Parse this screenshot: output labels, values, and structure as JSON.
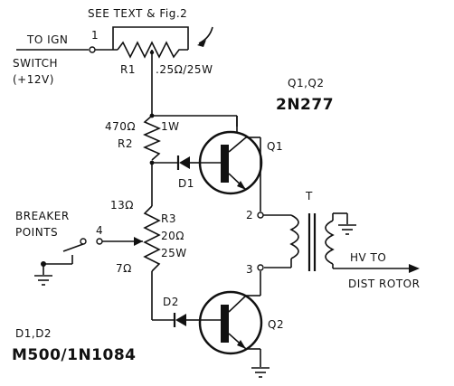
{
  "labels": {
    "see_text": "SEE TEXT & Fig.2",
    "to_ign_line1": "TO IGN",
    "to_ign_line2": "SWITCH",
    "to_ign_line3": "(+12V)",
    "terminal_1": "1",
    "r1_name": "R1",
    "r1_value": ".25Ω/25W",
    "q_ids": "Q1,Q2",
    "q_part": "2N277",
    "r2_value": "470Ω",
    "r2_power": "1W",
    "r2_name": "R2",
    "q1_name": "Q1",
    "d1_name": "D1",
    "t_name": "T",
    "terminal_2": "2",
    "r3_tap_upper": "13Ω",
    "r3_name": "R3",
    "r3_value": "20Ω",
    "r3_power": "25W",
    "r3_tap_lower": "7Ω",
    "breaker_line1": "BREAKER",
    "breaker_line2": "POINTS",
    "terminal_4": "4",
    "terminal_3": "3",
    "hv_line1": "HV TO",
    "hv_line2": "DIST ROTOR",
    "d2_name": "D2",
    "q2_name": "Q2",
    "d_ids": "D1,D2",
    "d_part": "M500/1N1084"
  }
}
